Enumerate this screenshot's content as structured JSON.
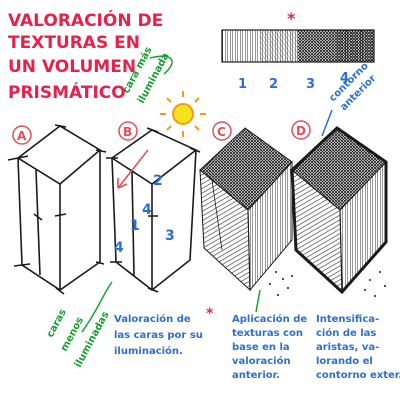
{
  "title": {
    "lines": [
      "VALORACIÓN DE",
      "TEXTURAS EN",
      "UN VOLUMEN",
      "PRISMÁTICO"
    ]
  },
  "asterisks": [
    "*",
    "*"
  ],
  "scale": {
    "numbers": [
      "1",
      "2",
      "3",
      "4"
    ]
  },
  "steps": [
    {
      "letter": "A"
    },
    {
      "letter": "B"
    },
    {
      "letter": "C"
    },
    {
      "letter": "D"
    }
  ],
  "face_numbers": [
    "2",
    "4",
    "1",
    "4",
    "3"
  ],
  "annotations": {
    "lit_face": [
      "cara más",
      "iluminada"
    ],
    "contour": [
      "contorno",
      "anterior"
    ],
    "darker_faces": [
      "caras",
      "menos",
      "iluminadas"
    ],
    "valuation": [
      "Valoración de",
      "las caras por su",
      "iluminación."
    ],
    "application": [
      "Aplicación de",
      "texturas con",
      "base en la",
      "valoración",
      "anterior."
    ],
    "intensification": [
      "Intensifica-",
      "ción de las",
      "aristas, va-",
      "lorando el",
      "contorno exter."
    ]
  },
  "colors": {
    "title_red": "#e8204a",
    "label_blue": "#2a6fd6",
    "note_green": "#17a02f",
    "sun_yellow": "#f5e21b",
    "sun_orange": "#f29a1d",
    "ink": "#1a1a1a",
    "step_circle": "#e0505a"
  }
}
